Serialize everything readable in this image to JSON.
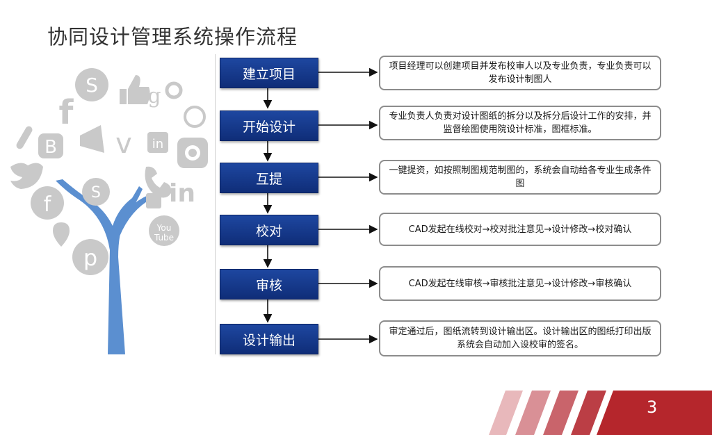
{
  "page": {
    "title": "协同设计管理系统操作流程",
    "page_number": "3"
  },
  "steps": [
    {
      "label": "建立项目",
      "desc": "项目经理可以创建项目并发布校审人以及专业负责，专业负责可以发布设计制图人"
    },
    {
      "label": "开始设计",
      "desc": "专业负责人负责对设计图纸的拆分以及拆分后设计工作的安排，并监督绘图使用院设计标准，图框标准。"
    },
    {
      "label": "互提",
      "desc": "一键提资，如按照制图规范制图的，系统会自动给各专业生成条件图"
    },
    {
      "label": "校对",
      "desc": "CAD发起在线校对→校对批注意见→设计修改→校对确认"
    },
    {
      "label": "审核",
      "desc": "CAD发起在线审核→审核批注意见→设计修改→审核确认"
    },
    {
      "label": "设计输出",
      "desc": "审定通过后，图纸流转到设计输出区。设计输出区的图纸打印出版系统会自动加入设校审的签名。"
    }
  ],
  "tree_icons": [
    "soundcloud-icon",
    "thumbs-up-icon",
    "google-plus-icon",
    "link-icon",
    "facebook-icon",
    "megaphone-icon",
    "dribbble-icon",
    "paperclip-icon",
    "blogger-icon",
    "vine-icon",
    "linkedin-icon",
    "instagram-icon",
    "twitter-icon",
    "skype-icon",
    "mail-icon",
    "facebook-circle-icon",
    "pinterest-icon",
    "youtube-icon",
    "location-pin-icon",
    "phone-icon"
  ],
  "colors": {
    "step_fill": "#1a3f94",
    "tree_trunk": "#5b8fd0",
    "icon_gray": "#c9c9c9",
    "footer_red": "#b5262c"
  }
}
